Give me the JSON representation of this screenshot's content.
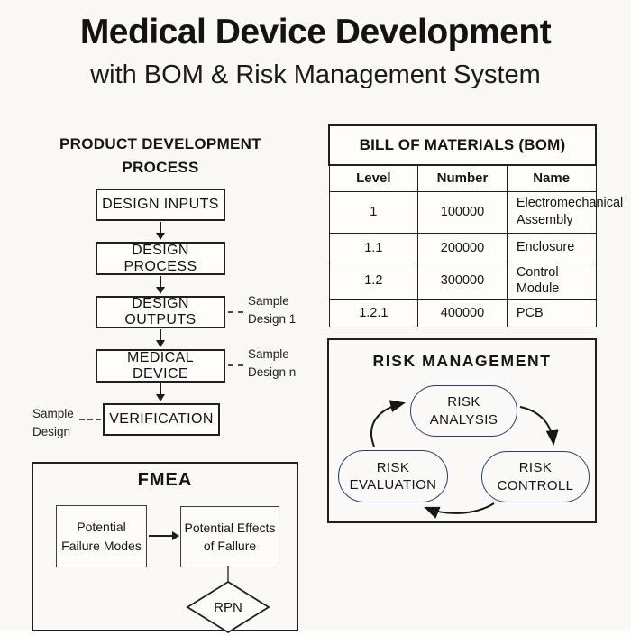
{
  "page": {
    "title": "Medical Device Development",
    "subtitle": "with BOM & Risk Management System"
  },
  "process": {
    "heading": "PRODUCT DEVELOPMENT PROCESS",
    "steps": [
      {
        "label": "DESIGN INPUTS"
      },
      {
        "label": "DESIGN PROCESS"
      },
      {
        "label": "DESIGN OUTPUTS"
      },
      {
        "label": "MEDICAL DEVICE"
      },
      {
        "label": "VERIFICATION"
      }
    ],
    "annotations": [
      {
        "label": "Sample Design 1",
        "attached_to": "DESIGN OUTPUTS",
        "side": "right"
      },
      {
        "label": "Sample Design n",
        "attached_to": "MEDICAL DEVICE",
        "side": "right"
      },
      {
        "label": "Sample Design",
        "attached_to": "VERIFICATION",
        "side": "left"
      }
    ]
  },
  "bom": {
    "title": "BILL OF MATERIALS (BOM)",
    "columns": [
      "Level",
      "Number",
      "Name"
    ],
    "rows": [
      [
        "1",
        "100000",
        "Electromechanical Assembly"
      ],
      [
        "1.1",
        "200000",
        "Enclosure"
      ],
      [
        "1.2",
        "300000",
        "Control Module"
      ],
      [
        "1.2.1",
        "400000",
        "PCB"
      ]
    ]
  },
  "risk": {
    "title": "RISK MANAGEMENT",
    "nodes": [
      {
        "label": "RISK ANALYSIS"
      },
      {
        "label": "RISK CONTROLL"
      },
      {
        "label": "RISK EVALUATION"
      }
    ],
    "cycle": [
      "RISK ANALYSIS -> RISK CONTROLL",
      "RISK CONTROLL -> RISK EVALUATION",
      "RISK EVALUATION -> RISK ANALYSIS"
    ]
  },
  "fmea": {
    "title": "FMEA",
    "boxes": [
      {
        "label": "Potential Failure Modes"
      },
      {
        "label": "Potential Effects of Fallure"
      }
    ],
    "diamond_label": "RPN"
  },
  "colors": {
    "background": "#faf8f5",
    "line": "#1c1c1c",
    "risk_node_border": "#2e3d66"
  }
}
